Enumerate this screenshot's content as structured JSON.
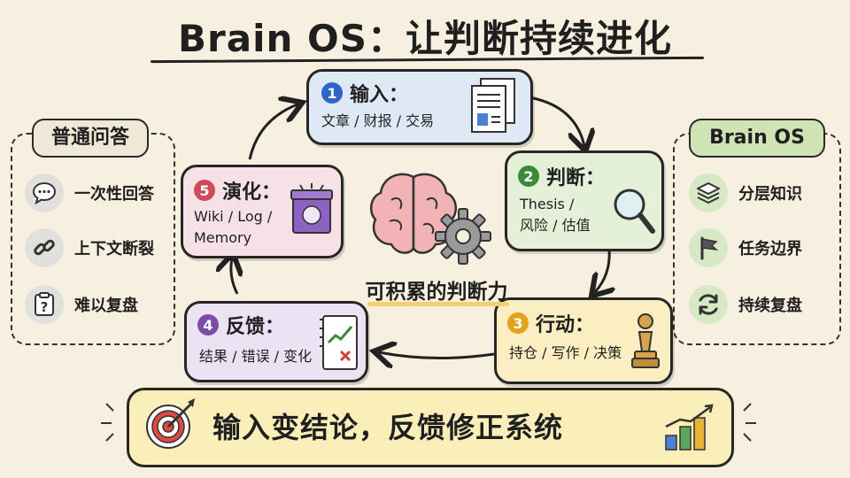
{
  "title": "Brain OS：让判断持续进化",
  "left_panel": {
    "title": "普通问答",
    "items": [
      {
        "label": "一次性回答",
        "icon": "chat-bubble-icon"
      },
      {
        "label": "上下文断裂",
        "icon": "broken-link-icon"
      },
      {
        "label": "难以复盘",
        "icon": "question-clipboard-icon"
      }
    ]
  },
  "right_panel": {
    "title": "Brain OS",
    "items": [
      {
        "label": "分层知识",
        "icon": "layers-icon"
      },
      {
        "label": "任务边界",
        "icon": "flag-icon"
      },
      {
        "label": "持续复盘",
        "icon": "refresh-icon"
      }
    ]
  },
  "cycle": [
    {
      "number": "1",
      "title": "输入：",
      "lines": [
        "文章 / 财报 / 交易"
      ],
      "color": "#dfe9f6",
      "badge_color": "#2f66c5",
      "icon": "documents-icon"
    },
    {
      "number": "2",
      "title": "判断：",
      "lines": [
        "Thesis /",
        "风险 / 估值"
      ],
      "color": "#e5f0d8",
      "badge_color": "#3a8a3a",
      "icon": "magnifier-icon"
    },
    {
      "number": "3",
      "title": "行动：",
      "lines": [
        "持仓 / 写作 / 决策"
      ],
      "color": "#fbeec2",
      "badge_color": "#e3a31c",
      "icon": "chess-pawn-icon"
    },
    {
      "number": "4",
      "title": "反馈：",
      "lines": [
        "结果 / 错误 / 变化"
      ],
      "color": "#ebe3f3",
      "badge_color": "#7a4ea8",
      "icon": "chart-notebook-icon"
    },
    {
      "number": "5",
      "title": "演化：",
      "lines": [
        "Wiki / Log /",
        "Memory"
      ],
      "color": "#f6e2e6",
      "badge_color": "#cf4a5b",
      "icon": "memory-box-icon"
    }
  ],
  "center_label": "可积累的判断力",
  "bottom_banner": "输入变结论，反馈修正系统",
  "colors": {
    "background": "#f7f0e1",
    "left_icon_bg": "#e2e0dc",
    "right_icon_bg": "#d7e8c4",
    "right_title_bg": "#cfe3b4",
    "banner_bg": "#fbefb9"
  }
}
